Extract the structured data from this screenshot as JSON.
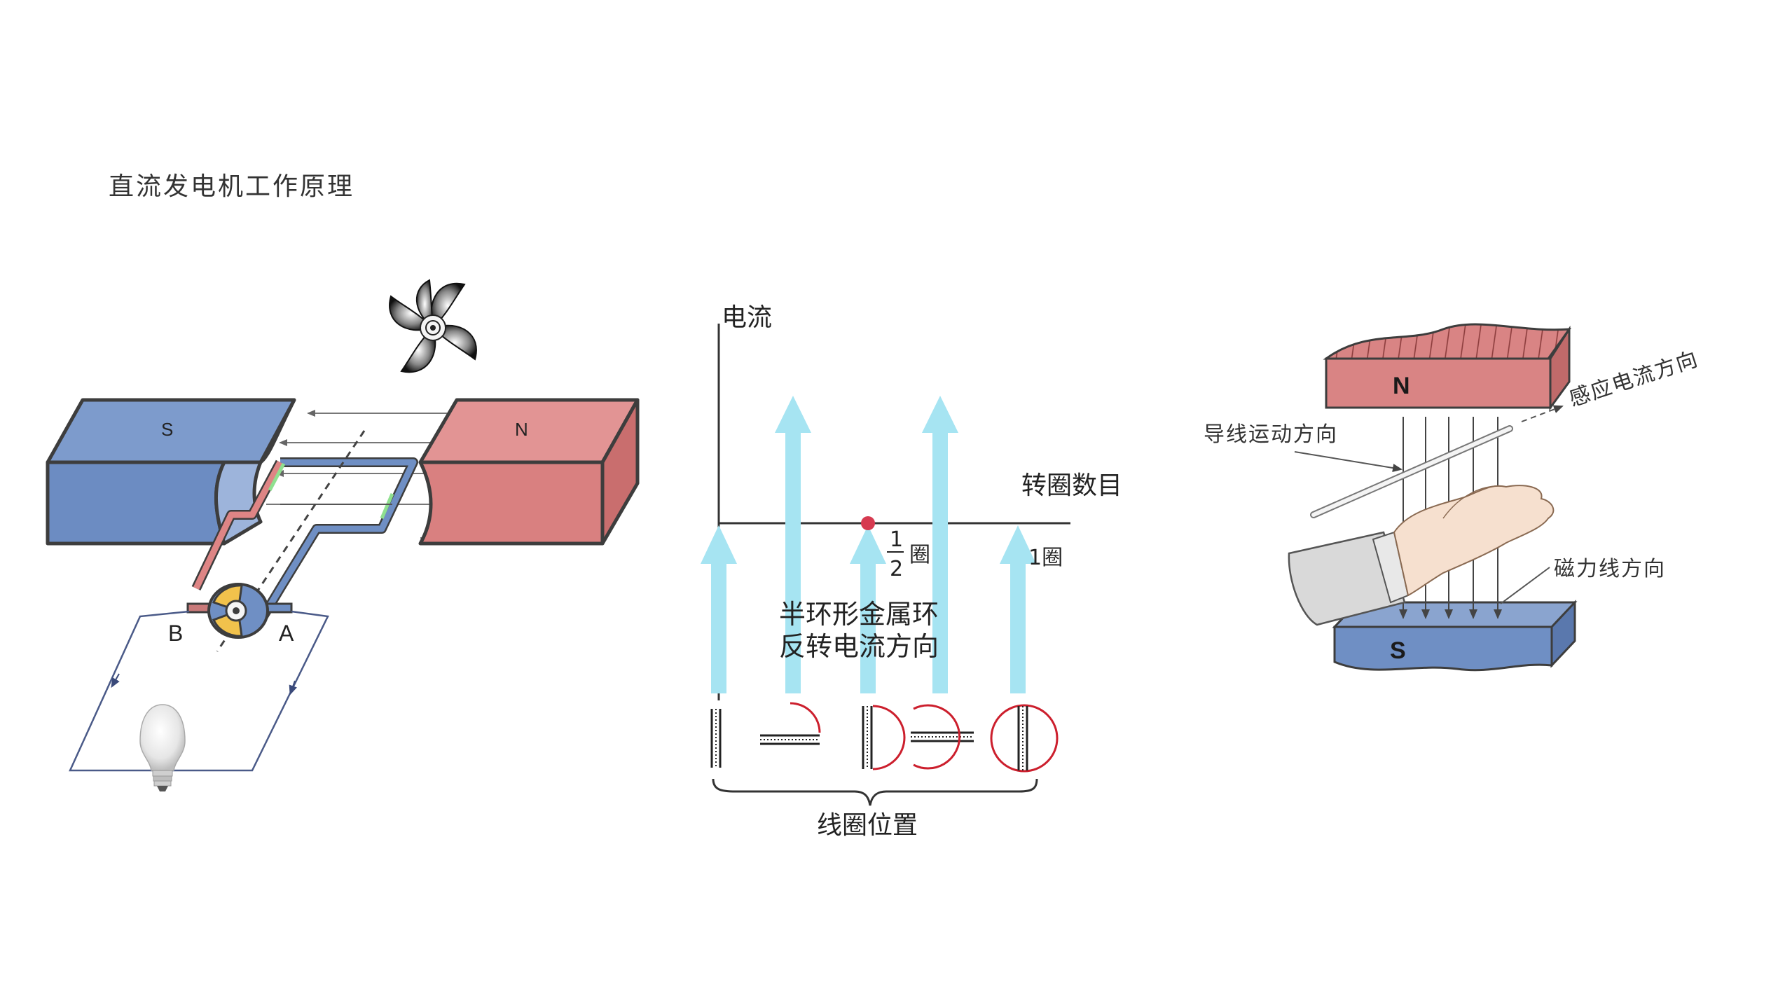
{
  "title": "直流发电机工作原理",
  "generator": {
    "magnet_s": "S",
    "magnet_n": "N",
    "terminal_b": "B",
    "terminal_a": "A"
  },
  "chart": {
    "y_label": "电流",
    "x_label": "转圈数目",
    "half_turn_num": "1",
    "half_turn_den": "2",
    "half_turn_unit": "圈",
    "one_turn": "1圈",
    "note_line1": "半环形金属环",
    "note_line2": "反转电流方向",
    "coil_position": "线圈位置"
  },
  "right_hand_rule": {
    "pole_n": "N",
    "pole_s": "S",
    "induced_current_direction": "感应电流方向",
    "wire_motion_direction": "导线运动方向",
    "magnetic_field_direction": "磁力线方向"
  },
  "colors": {
    "magnet_blue": "#6f8fc4",
    "magnet_red": "#de8585",
    "arrow_cyan": "#a6e4f2",
    "commutator_red": "#cc1f2d",
    "marker": "#d63a50"
  }
}
